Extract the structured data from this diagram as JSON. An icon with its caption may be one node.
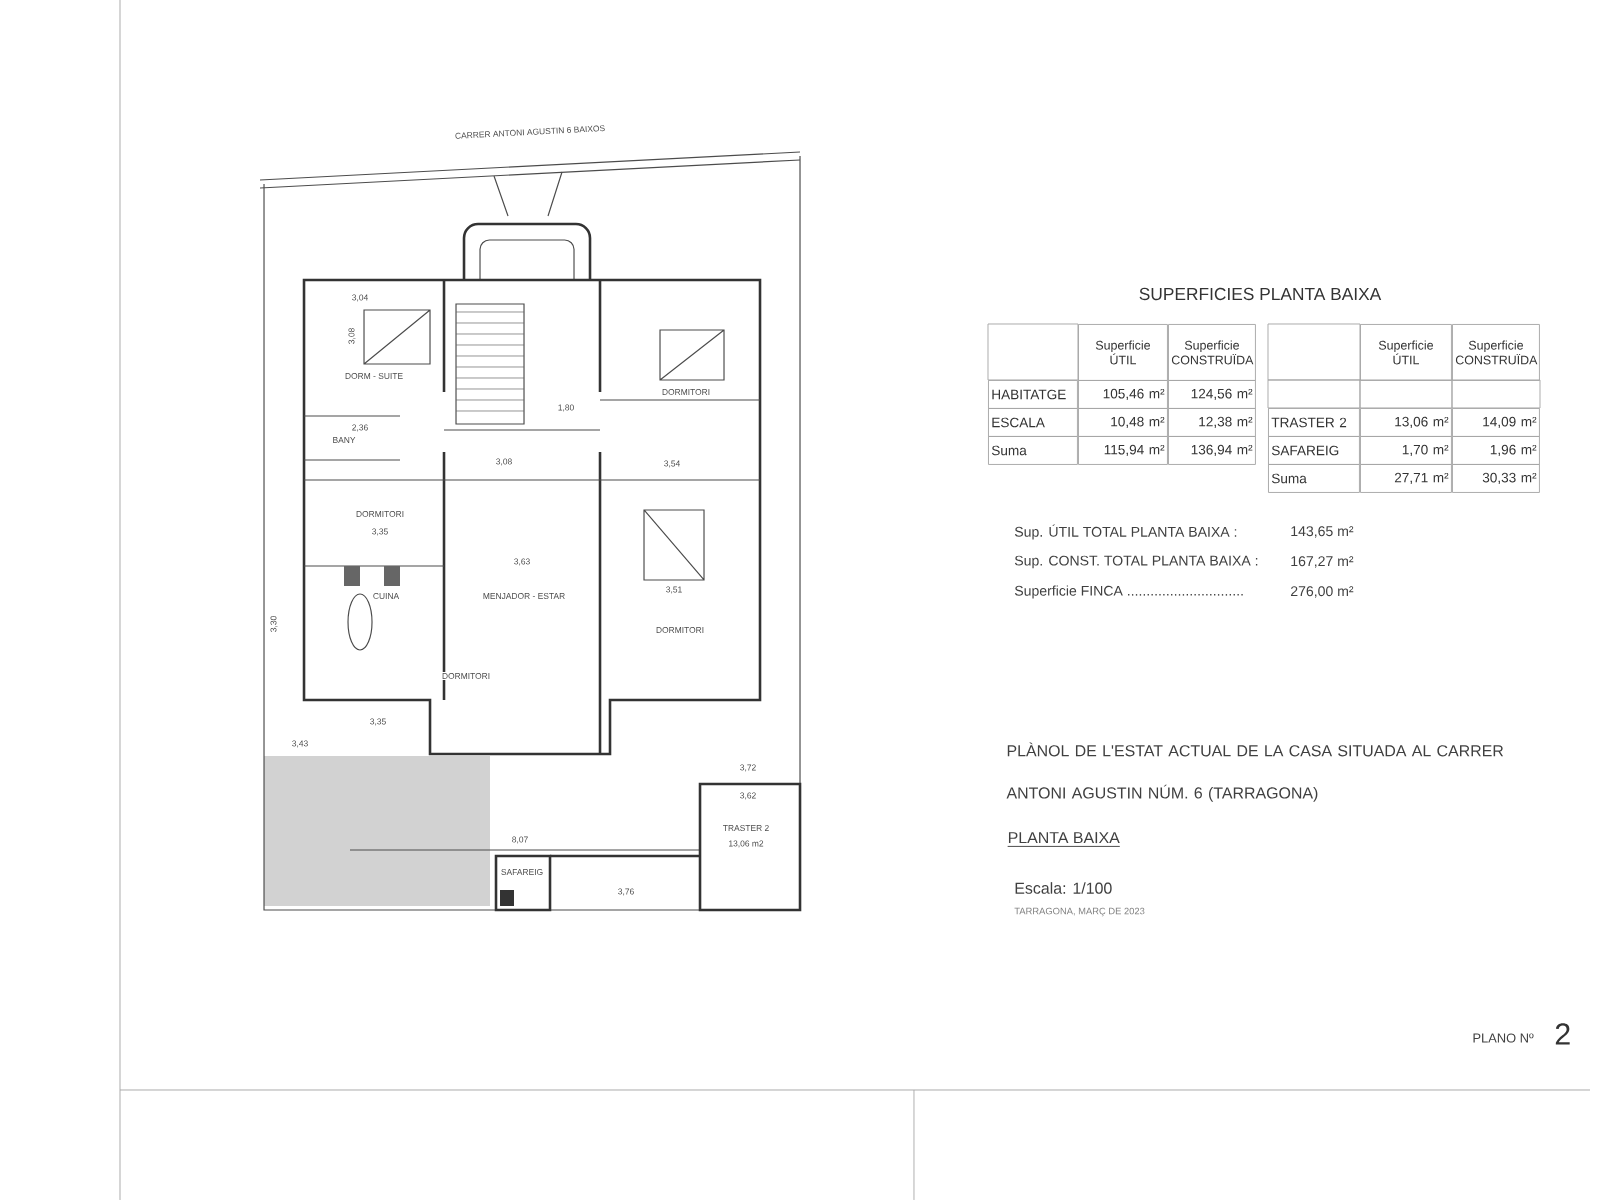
{
  "diagram": {
    "title": "PLÀNOL DE L'ESTAT ACTUAL DE LA CASA SITUADA AL CARRER ANTONI AGUSTIN NÚM. 6 (TARRAGONA)",
    "labels": [
      "CARRER ANTONI AGUSTIN 6 BAIXOS",
      "3,04",
      "3,08",
      "DORM - SUITE",
      "DORMITORI",
      "1,80",
      "2,36",
      "BANY",
      "3,08",
      "3,54",
      "DORMITORI",
      "3,35",
      "3,63",
      "3,51",
      "CUINA",
      "MENJADOR - ESTAR",
      "3,30",
      "DORMITORI",
      "DORMITORI",
      "3,35",
      "3,43",
      "3,72",
      "3,62",
      "8,07",
      "TRASTER 2",
      "13,06 m2",
      "SAFAREIG",
      "3,76",
      "SUPERFICIES PLANTA BAIXA",
      "Superficie ÚTIL",
      "Superficie CONSTRUÏDA",
      "HABITATGE",
      "105,46 m²",
      "124,56 m²",
      "ESCALA",
      "10,48 m²",
      "12,38 m²",
      "Suma",
      "115,94 m²",
      "136,94 m²",
      "Superficie ÚTIL",
      "Superficie CONSTRUÏDA",
      "TRASTER 2",
      "13,06 m²",
      "14,09 m²",
      "SAFAREIG",
      "1,70 m²",
      "1,96 m²",
      "Suma",
      "27,71 m²",
      "30,33 m²",
      "Sup. ÚTIL TOTAL PLANTA BAIXA :",
      "143,65 m²",
      "Sup. CONST. TOTAL PLANTA BAIXA :",
      "167,27 m²",
      "Superficie FINCA ..............................",
      "276,00 m²",
      "PLANTA BAIXA",
      "Escala: 1/100",
      "TARRAGONA, MARÇ DE 2023",
      "PLANO Nº",
      "2"
    ]
  }
}
